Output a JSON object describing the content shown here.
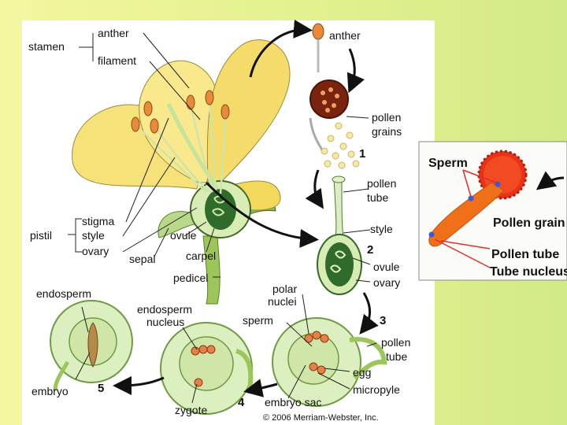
{
  "diagram": {
    "labels": {
      "stamen": "stamen",
      "anther_main": "anther",
      "filament": "filament",
      "anther_top": "anther",
      "pollen_grains_line1": "pollen",
      "pollen_grains_line2": "grains",
      "step1": "1",
      "pollen_tube_line1": "pollen",
      "pollen_tube_line2": "tube",
      "style_right": "style",
      "step2": "2",
      "ovule_right": "ovule",
      "ovary_right": "ovary",
      "stigma": "stigma",
      "style_left": "style",
      "ovary_left": "ovary",
      "pistil": "pistil",
      "ovule_center": "ovule",
      "carpel": "carpel",
      "sepal": "sepal",
      "pedicel": "pedicel",
      "endosperm": "endosperm",
      "embryo": "embryo",
      "step5": "5",
      "endosperm_nucleus_line1": "endosperm",
      "endosperm_nucleus_line2": "nucleus",
      "zygote": "zygote",
      "step4": "4",
      "polar_nuclei_line1": "polar",
      "polar_nuclei_line2": "nuclei",
      "sperm": "sperm",
      "step3": "3",
      "pollen_tube_b_line1": "pollen",
      "pollen_tube_b_line2": "tube",
      "egg": "egg",
      "micropyle": "micropyle",
      "embryo_sac": "embryo sac",
      "copyright": "© 2006 Merriam-Webster, Inc."
    },
    "colors": {
      "petal": "#f7e27a",
      "petal_edge": "#9a8a3a",
      "anther": "#e98a3a",
      "ovule_green": "#2f6b2a",
      "inset_orange": "#f0701a"
    }
  },
  "inset": {
    "labels": {
      "sperm": "Sperm",
      "pollen_grain": "Pollen grain",
      "pollen_tube": "Pollen tube",
      "tube_nucleus": "Tube nucleus"
    }
  }
}
